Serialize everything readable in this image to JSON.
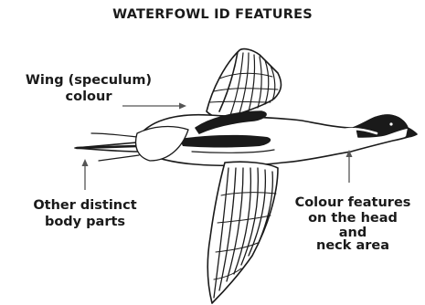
{
  "title": "WATERFOWL ID FEATURES",
  "labels": {
    "wing": {
      "line1": "Wing (speculum)",
      "line2": "colour"
    },
    "body": {
      "line1": "Other distinct",
      "line2": "body parts"
    },
    "head": {
      "line1": "Colour features",
      "line2": "on the head",
      "line3": "and",
      "line4": "neck area"
    }
  },
  "colors": {
    "ink": "#1a1a1a",
    "arrow": "#555555",
    "background": "#ffffff"
  },
  "illustration": "pintail-duck-in-flight"
}
